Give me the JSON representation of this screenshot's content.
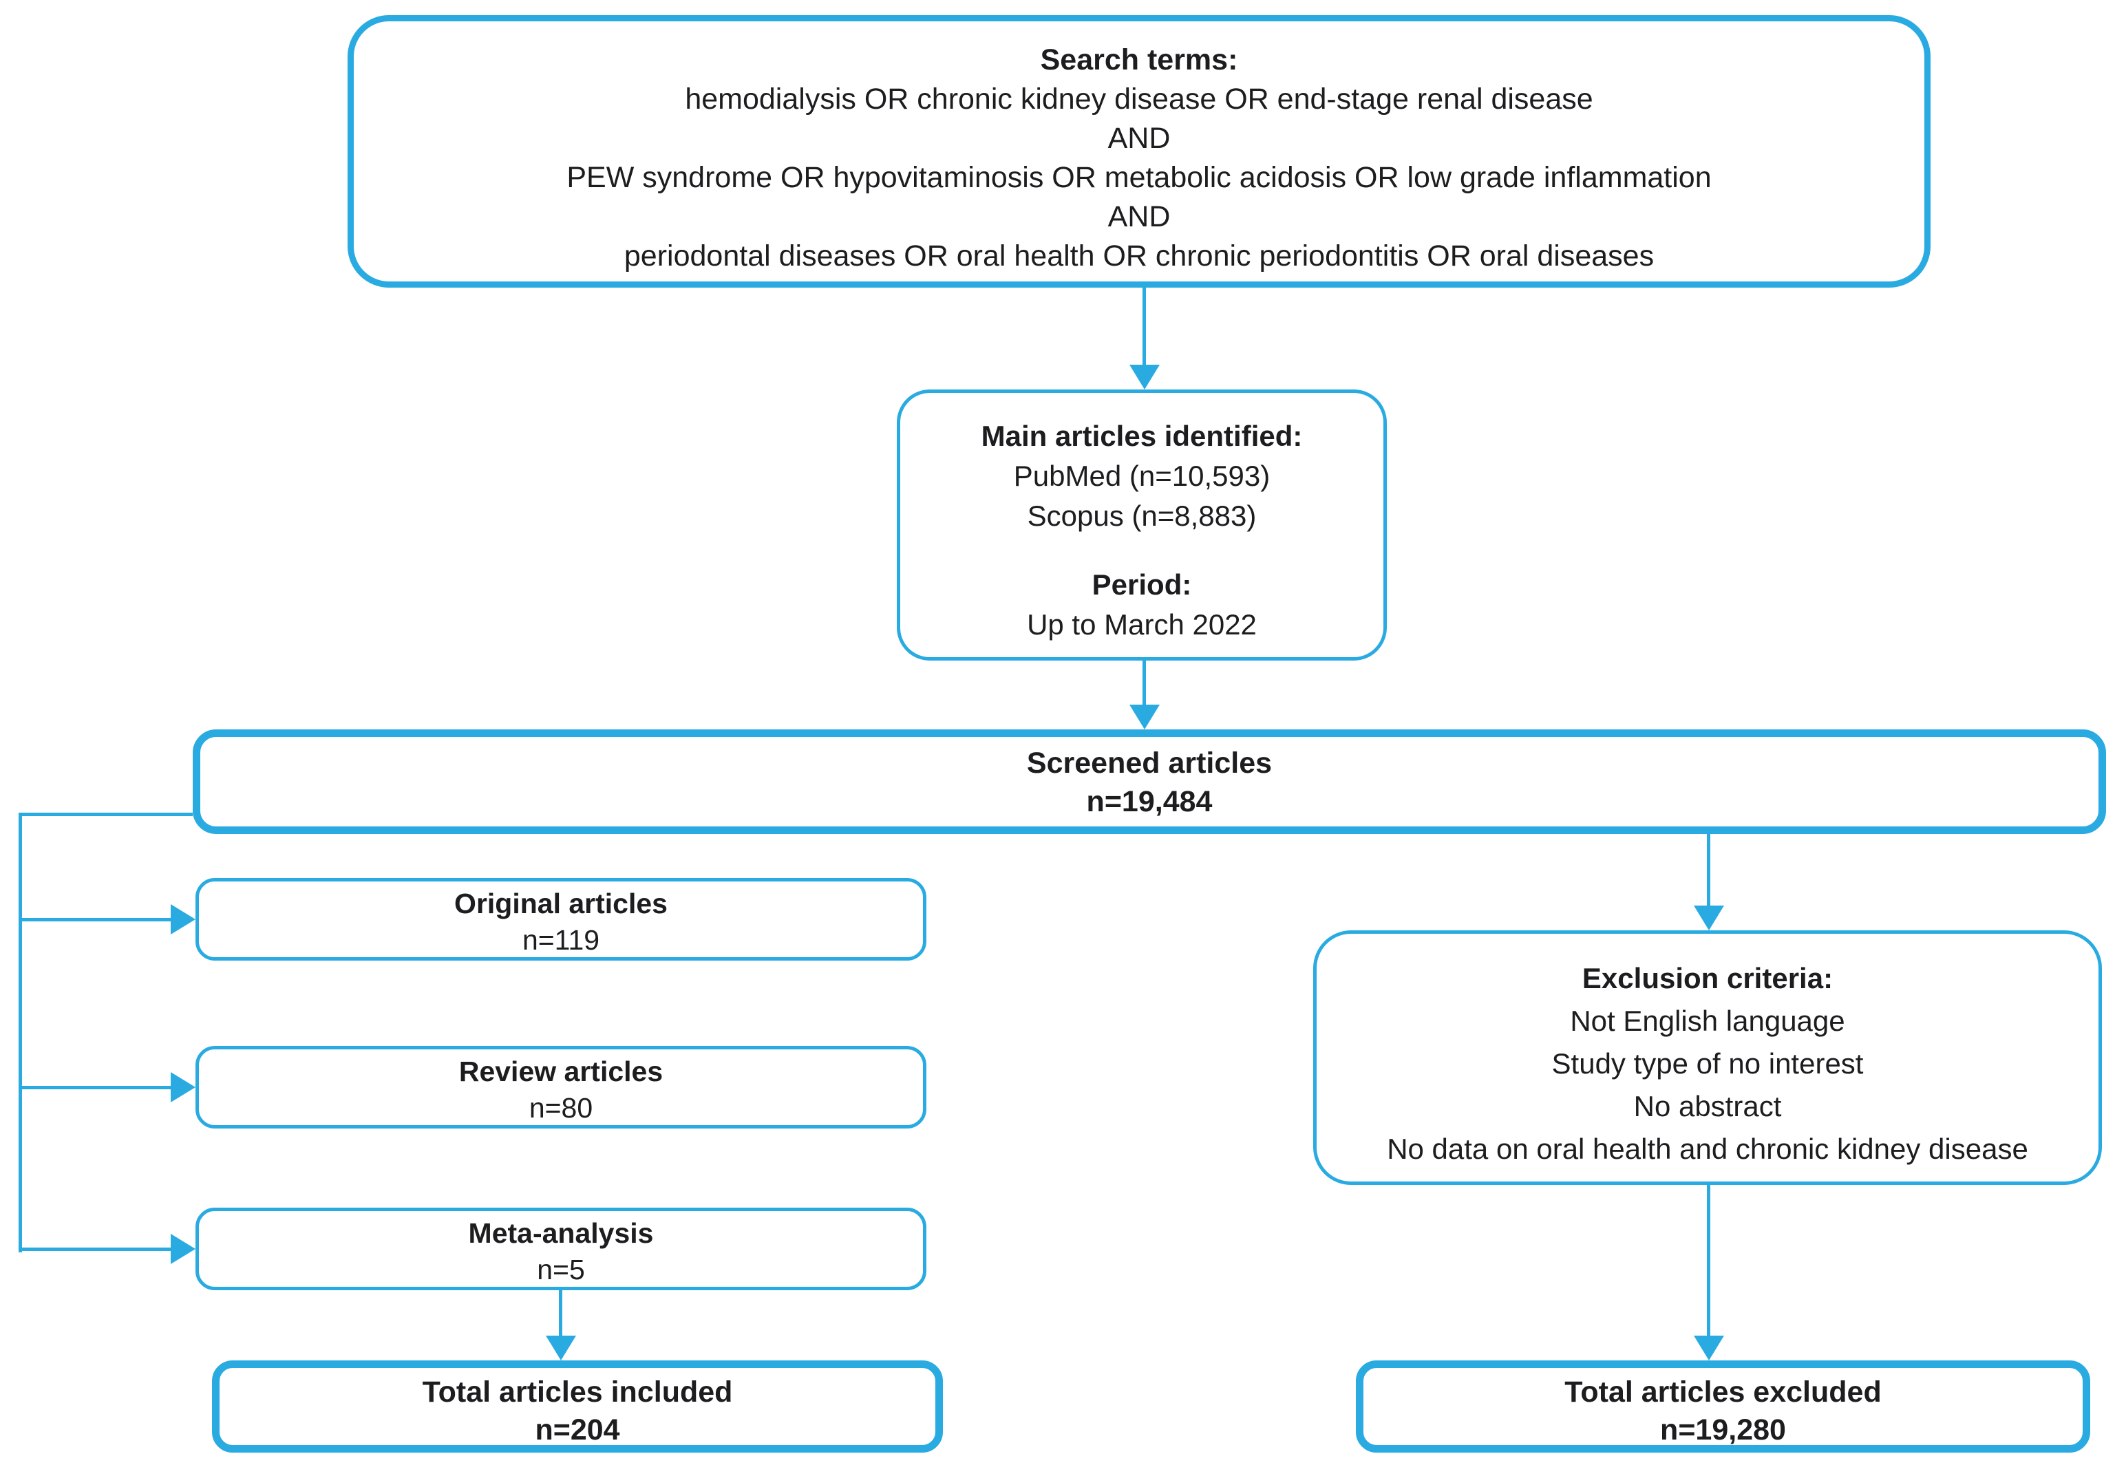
{
  "accent_color": "#29ABE2",
  "text_color": "#1d1d1f",
  "nodes": {
    "search_terms": {
      "lines": [
        "Search terms:",
        "hemodialysis OR chronic kidney disease OR end-stage renal disease",
        "AND",
        "PEW syndrome OR hypovitaminosis OR metabolic acidosis OR low grade inflammation",
        "AND",
        "periodontal diseases OR oral health OR chronic periodontitis OR oral diseases"
      ]
    },
    "main_articles": {
      "lines": [
        "Main articles identified:",
        "PubMed (n=10,593)",
        "Scopus (n=8,883)",
        "",
        "Period:",
        "Up to March 2022"
      ]
    },
    "screened": {
      "lines": [
        "Screened articles",
        "n=19,484"
      ]
    },
    "original": {
      "lines": [
        "Original articles",
        "n=119"
      ]
    },
    "review": {
      "lines": [
        "Review articles",
        "n=80"
      ]
    },
    "meta_analysis": {
      "lines": [
        "Meta-analysis",
        "n=5"
      ]
    },
    "total_included": {
      "lines": [
        "Total articles included",
        "n=204"
      ]
    },
    "exclusion": {
      "lines": [
        "Exclusion criteria:",
        "Not English language",
        "Study type of no interest",
        "No abstract",
        "No data on oral health and chronic kidney disease"
      ]
    },
    "total_excluded": {
      "lines": [
        "Total articles excluded",
        "n=19,280"
      ]
    }
  },
  "edges": [
    {
      "from": "search_terms",
      "to": "main_articles"
    },
    {
      "from": "main_articles",
      "to": "screened"
    },
    {
      "from": "screened",
      "to": "original"
    },
    {
      "from": "screened",
      "to": "review"
    },
    {
      "from": "screened",
      "to": "meta_analysis"
    },
    {
      "from": "screened",
      "to": "exclusion"
    },
    {
      "from": "meta_analysis",
      "to": "total_included"
    },
    {
      "from": "exclusion",
      "to": "total_excluded"
    }
  ]
}
